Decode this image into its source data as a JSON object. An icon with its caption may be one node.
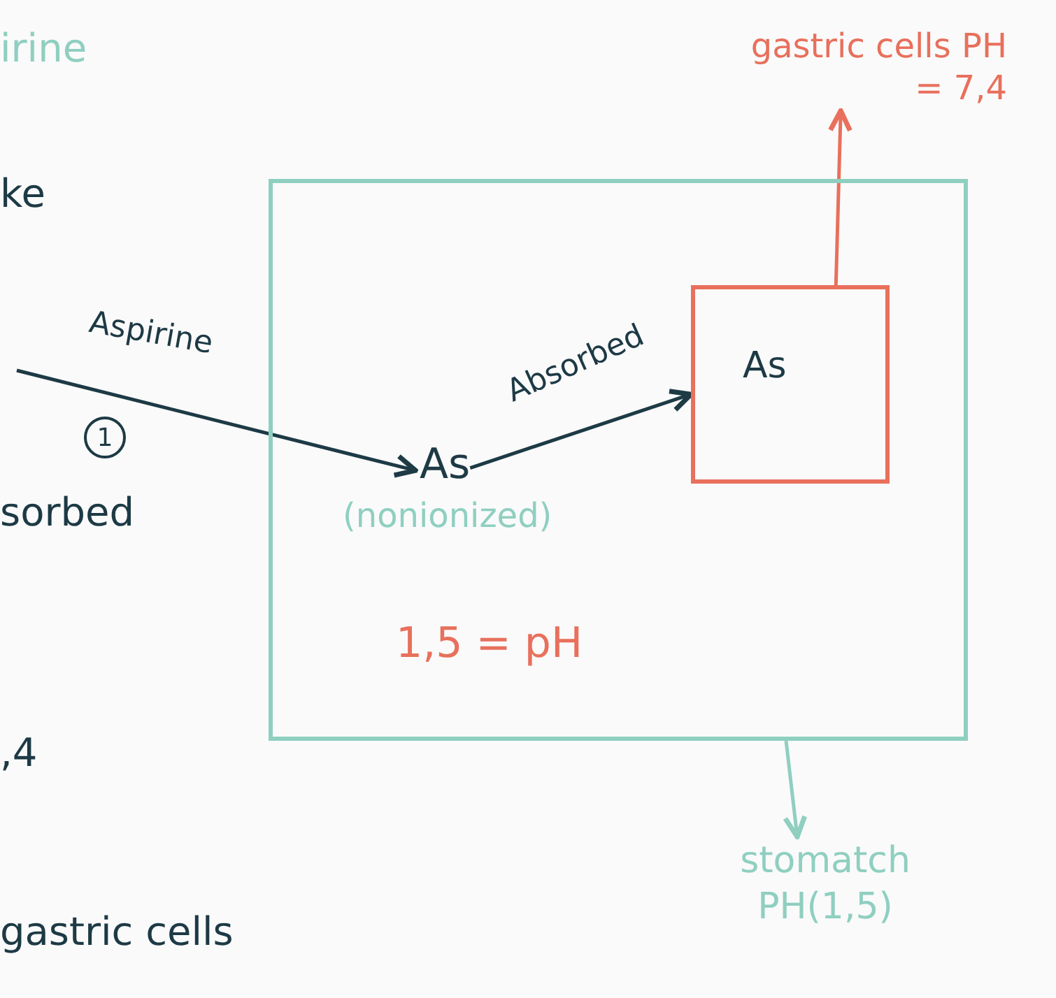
{
  "diagram": {
    "nodes": [
      {
        "text": [
          "1,5 = pH"
        ]
      },
      {
        "text": [
          "As"
        ],
        "beside": [
          "(nonionized)"
        ],
        "in": 0
      },
      {
        "text": [
          "As"
        ],
        "in": 0
      },
      {
        "text": [
          "gastric cells PH = 7,4"
        ]
      },
      {
        "text": [
          "stomatch PH(1,5)"
        ]
      }
    ],
    "edges": [
      {
        "from": null,
        "to": 1,
        "arrow": "to",
        "label": "Aspirine"
      },
      {
        "from": 1,
        "to": 2,
        "arrow": "to",
        "label": "Absorbed"
      },
      {
        "from": 2,
        "to": 3,
        "arrow": "to",
        "color": "#e8705c"
      },
      {
        "from": 0,
        "to": 4,
        "arrow": "to",
        "color": "#8fcfc0"
      }
    ],
    "labels": [
      "irine",
      "ke",
      "1",
      "sorbed",
      ",4",
      "gastric cells"
    ]
  }
}
